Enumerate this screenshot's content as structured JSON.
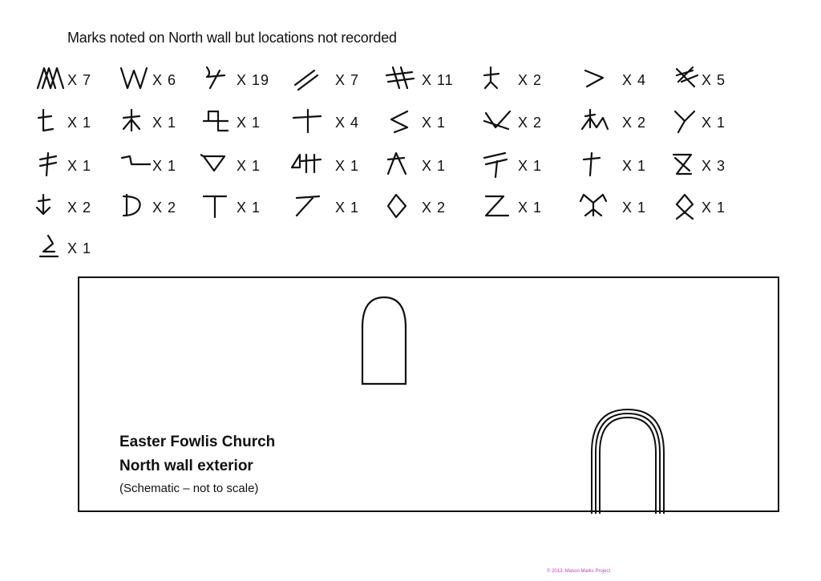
{
  "heading": "Marks noted on North wall but locations not recorded",
  "marks": [
    {
      "icon": "double-m-mark-icon",
      "count": "X 7"
    },
    {
      "icon": "w-mark-icon",
      "count": "X 6"
    },
    {
      "icon": "hooked-slash-mark-icon",
      "count": "X 19"
    },
    {
      "icon": "double-slash-mark-icon",
      "count": "X 7"
    },
    {
      "icon": "hash-mark-icon",
      "count": "X 11"
    },
    {
      "icon": "cross-figure-mark-icon",
      "count": "X 2"
    },
    {
      "icon": "chevron-mark-icon",
      "count": "X 4"
    },
    {
      "icon": "hatched-x-mark-icon",
      "count": "X 5"
    },
    {
      "icon": "small-t-mark-icon",
      "count": "X 1"
    },
    {
      "icon": "asterisk-cross-mark-icon",
      "count": "X 1"
    },
    {
      "icon": "fylfot-mark-icon",
      "count": "X 1"
    },
    {
      "icon": "cross-mark-icon",
      "count": "X 4"
    },
    {
      "icon": "s-mark-icon",
      "count": "X 1"
    },
    {
      "icon": "crossed-v-mark-icon",
      "count": "X 2"
    },
    {
      "icon": "mountain-mark-icon",
      "count": "X 2"
    },
    {
      "icon": "y-mark-icon",
      "count": "X 1"
    },
    {
      "icon": "barred-staff-mark-icon",
      "count": "X 1"
    },
    {
      "icon": "step-mark-icon",
      "count": "X 1"
    },
    {
      "icon": "triangle-mark-icon",
      "count": "X 1"
    },
    {
      "icon": "triangle-h-mark-icon",
      "count": "X 1"
    },
    {
      "icon": "lambda-cross-mark-icon",
      "count": "X 1"
    },
    {
      "icon": "barred-t-mark-icon",
      "count": "X 1"
    },
    {
      "icon": "dagger-mark-icon",
      "count": "X 1"
    },
    {
      "icon": "hourglass-mark-icon",
      "count": "X 3"
    },
    {
      "icon": "anchor-mark-icon",
      "count": "X 2"
    },
    {
      "icon": "d-mark-icon",
      "count": "X 2"
    },
    {
      "icon": "t-mark-icon",
      "count": "X 1"
    },
    {
      "icon": "slanted-t-mark-icon",
      "count": "X 1"
    },
    {
      "icon": "lozenge-mark-icon",
      "count": "X 2"
    },
    {
      "icon": "z-mark-icon",
      "count": "X 1"
    },
    {
      "icon": "forked-y-mark-icon",
      "count": "X 1"
    },
    {
      "icon": "lozenge-tail-mark-icon",
      "count": "X 1"
    },
    {
      "icon": "loop-bar-mark-icon",
      "count": "X 1"
    }
  ],
  "diagram": {
    "title": "Easter Fowlis Church",
    "subtitle": "North wall exterior",
    "note": "(Schematic – not to scale)"
  },
  "copyright": "© 2013, Mason Marks Project"
}
